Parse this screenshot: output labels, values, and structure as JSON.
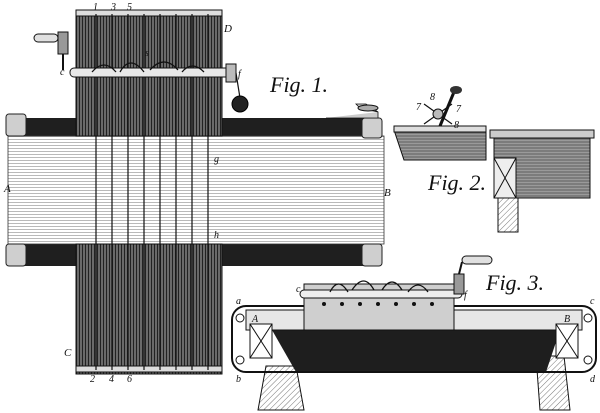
{
  "figures": {
    "fig1": "Fig. 1.",
    "fig2": "Fig. 2.",
    "fig3": "Fig. 3."
  },
  "fig1_labels": {
    "top_numbers": [
      "1",
      "3",
      "5"
    ],
    "bottom_numbers": [
      "2",
      "4",
      "6"
    ],
    "letters": {
      "A": "A",
      "B": "B",
      "C": "C",
      "D": "D",
      "c": "c",
      "f": "f",
      "g": "g",
      "h": "h",
      "s": "s"
    }
  },
  "fig2_labels": {
    "n7a": "7",
    "n8a": "8",
    "n7b": "7",
    "n8b": "8"
  },
  "fig3_labels": {
    "a": "a",
    "b": "b",
    "c_left": "c",
    "c_right": "c",
    "d": "d",
    "f": "f",
    "A": "A",
    "B": "B"
  },
  "colors": {
    "ink": "#1a1a1a",
    "shade": "#2b2b2b",
    "paper": "#ffffff",
    "hatch": "#555555"
  }
}
